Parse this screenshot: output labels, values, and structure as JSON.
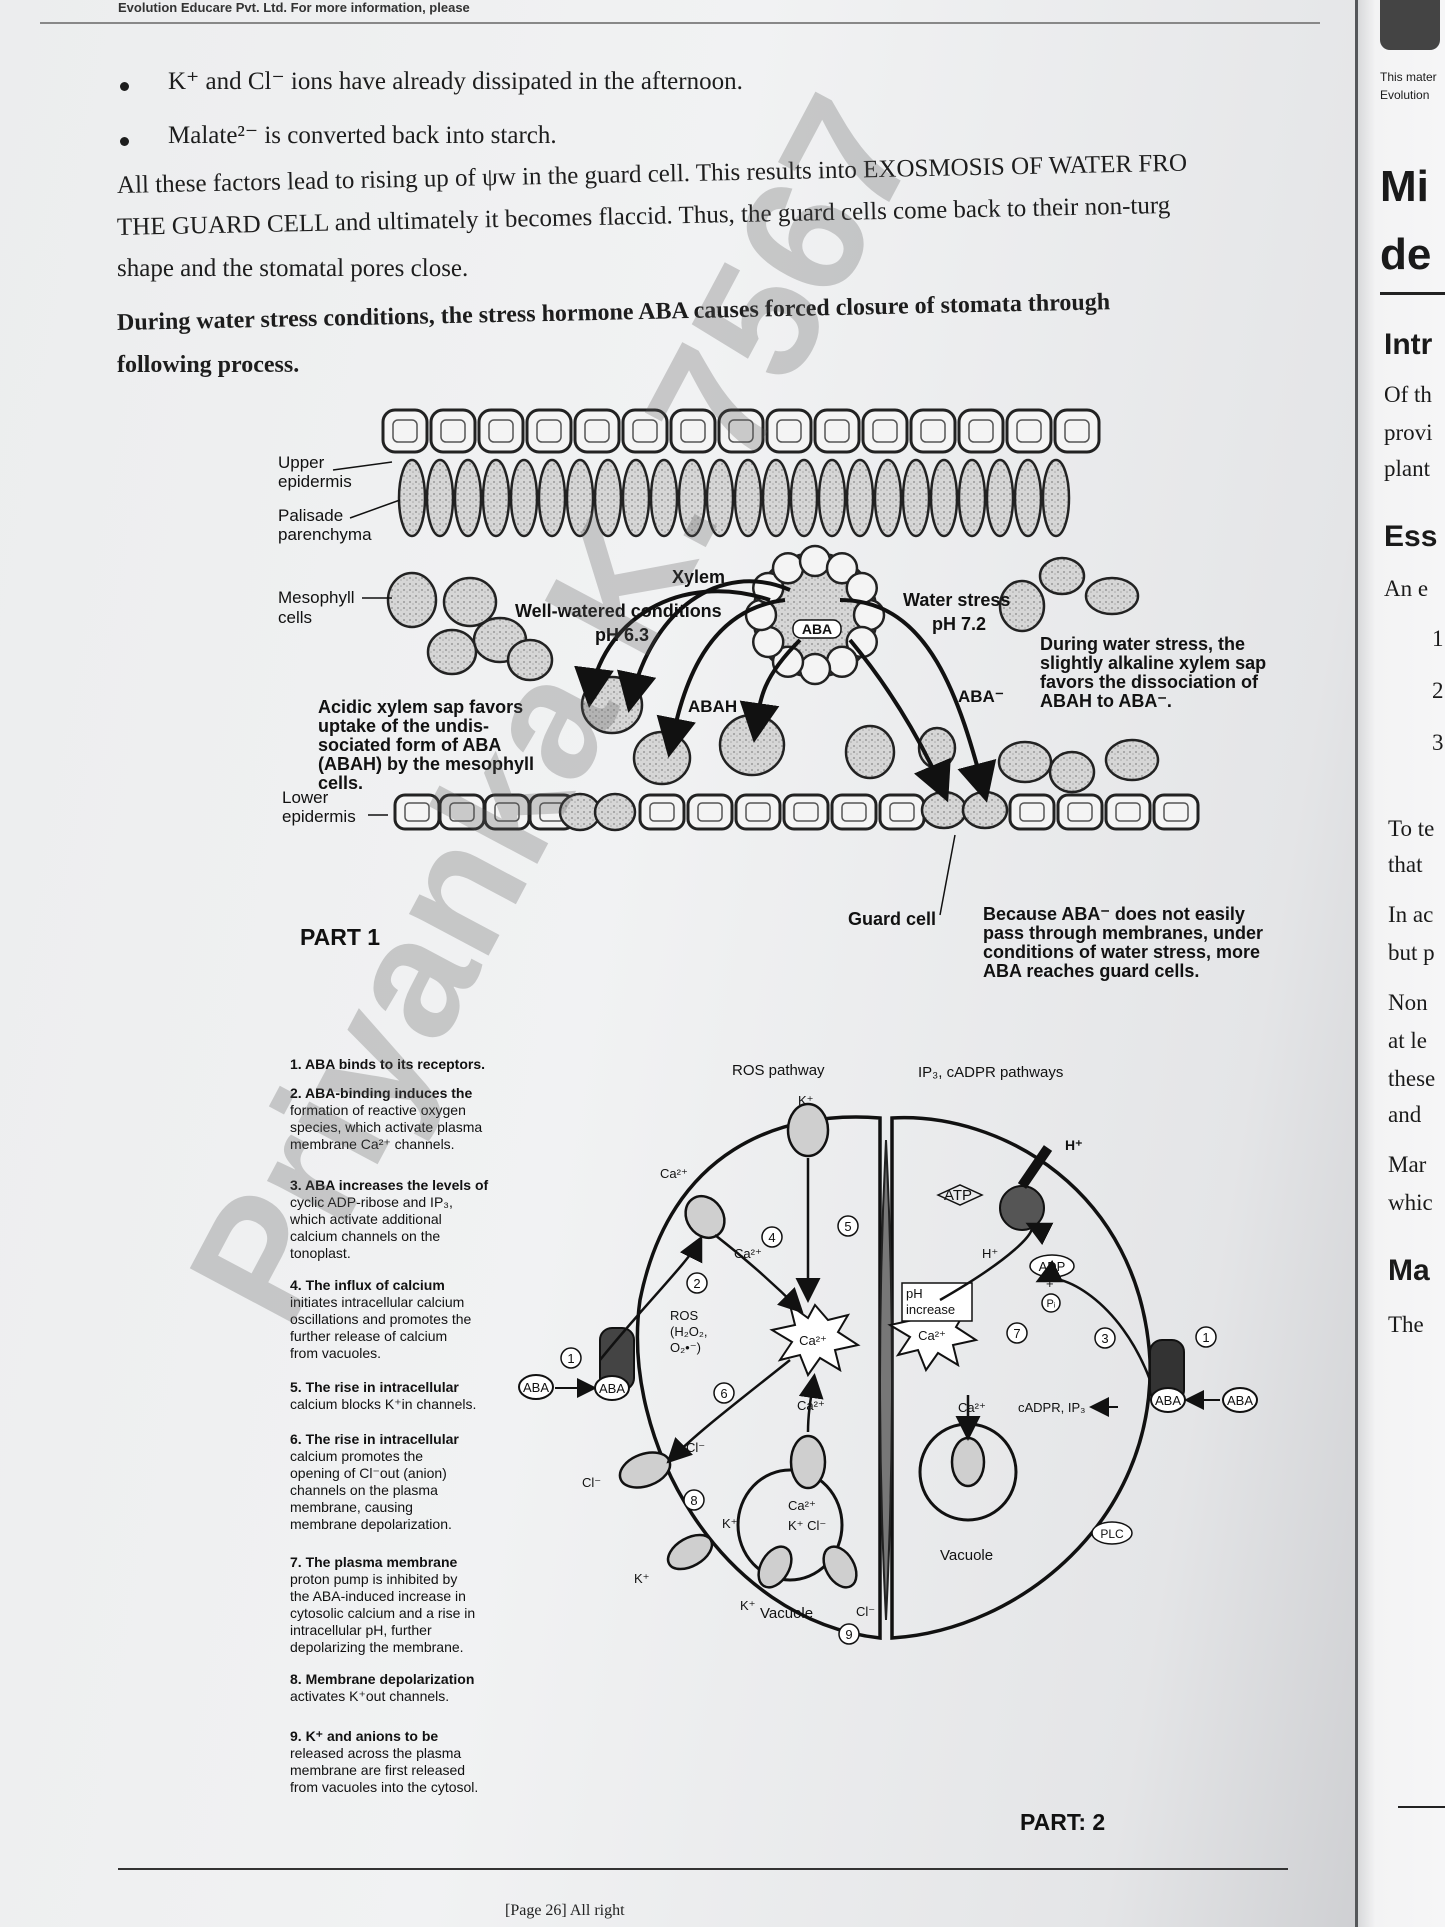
{
  "header": {
    "publisher": "Evolution Educare Pvt. Ltd. For more information, please"
  },
  "bullets": [
    {
      "text": "K⁺ and Cl⁻ ions have already dissipated in the afternoon."
    },
    {
      "text": "Malate²⁻ is converted back into starch."
    }
  ],
  "paragraph1": {
    "line1": "All these factors lead to rising up of ψw in the guard cell. This results into EXOSMOSIS OF WATER FRO",
    "line2": "THE GUARD CELL and ultimately it becomes flaccid. Thus, the guard cells come back to their non-turg",
    "line3": "shape and the stomatal pores close."
  },
  "paragraph2": {
    "line1": "During water stress conditions, the stress hormone ABA causes forced closure of stomata through",
    "line2": "following process."
  },
  "part1": {
    "title": "PART 1",
    "labels": {
      "upper_epidermis": [
        "Upper",
        "epidermis"
      ],
      "palisade": [
        "Palisade",
        "parenchyma"
      ],
      "mesophyll": [
        "Mesophyll",
        "cells"
      ],
      "lower_epidermis": [
        "Lower",
        "epidermis"
      ],
      "xylem": "Xylem",
      "well_watered": "Well-watered conditions",
      "ph63": "pH 6.3",
      "water_stress": "Water stress",
      "ph72": "pH 7.2",
      "aba": "ABA",
      "abah": "ABAH",
      "aba_minus": "ABA⁻",
      "guard_cell": "Guard cell",
      "acidic_note": [
        "Acidic xylem sap favors",
        "uptake of the undis-",
        "sociated form of ABA",
        "(ABAH) by the mesophyll",
        "cells."
      ],
      "alkaline_note": [
        "During water stress, the",
        "slightly alkaline xylem sap",
        "favors the dissociation of",
        "ABAH to ABA⁻."
      ],
      "membrane_note": [
        "Because ABA⁻ does not easily",
        "pass through membranes, under",
        "conditions of water stress, more",
        "ABA reaches guard cells."
      ]
    }
  },
  "part2": {
    "title": "PART: 2",
    "ros_pathway": "ROS pathway",
    "ip3_pathway": "IP₃, cADPR pathways",
    "steps": [
      [
        "1. ABA binds to its receptors."
      ],
      [
        "2. ABA-binding induces the",
        "formation of reactive oxygen",
        "species, which activate plasma",
        "membrane Ca²⁺ channels."
      ],
      [
        "3. ABA increases the levels of",
        "cyclic ADP-ribose and IP₃,",
        "which activate additional",
        "calcium channels on the",
        "tonoplast."
      ],
      [
        "4. The influx of calcium",
        "initiates intracellular calcium",
        "oscillations and promotes the",
        "further release of calcium",
        "from vacuoles."
      ],
      [
        "5. The rise in intracellular",
        "calcium blocks K⁺in channels."
      ],
      [
        "6. The rise in intracellular",
        "calcium promotes the",
        "opening of Cl⁻out (anion)",
        "channels on the plasma",
        "membrane, causing",
        "membrane depolarization."
      ],
      [
        "7. The plasma membrane",
        "proton pump is inhibited by",
        "the ABA-induced increase in",
        "cytosolic calcium and a rise in",
        "intracellular pH, further",
        "depolarizing the membrane."
      ],
      [
        "8. Membrane depolarization",
        "activates K⁺out channels."
      ],
      [
        "9. K⁺ and anions to be",
        "released across the plasma",
        "membrane are first released",
        "from vacuoles into the cytosol."
      ]
    ],
    "diagram": {
      "k_plus": "K⁺",
      "h_plus": "H⁺",
      "ca": "Ca²⁺",
      "cl": "Cl⁻",
      "atp": "ATP",
      "adp": "ADP",
      "pi": "Pᵢ",
      "ros": [
        "ROS",
        "(H₂O₂,",
        "O₂•⁻)"
      ],
      "ph_increase": [
        "pH",
        "increase"
      ],
      "vacuole": "Vacuole",
      "cadpr": "cADPR, IP₃",
      "plc": "PLC",
      "aba": "ABA",
      "kcl": "K⁺ Cl⁻",
      "numbers": [
        "1",
        "2",
        "3",
        "4",
        "5",
        "6",
        "7",
        "8",
        "9"
      ]
    }
  },
  "footer": {
    "page": "[Page 26]  All right"
  },
  "next_page": {
    "top_small": [
      "This mater",
      "Evolution"
    ],
    "title": [
      "Mi",
      "de"
    ],
    "heading1": "Intr",
    "lines1": [
      "Of th",
      "provi",
      "plant"
    ],
    "heading2": "Ess",
    "line_ae": "An e",
    "nums": [
      "1",
      "2",
      "3"
    ],
    "lines2": [
      "To te",
      "that"
    ],
    "lines3": [
      "In ac",
      "but p"
    ],
    "lines4": [
      "Non",
      "at le",
      "these",
      "and"
    ],
    "lines5": [
      "Mar",
      "whic"
    ],
    "heading3": "Ma",
    "line_the": "The"
  },
  "watermark": {
    "text": "Priyanka K. 7567"
  },
  "colors": {
    "ink": "#1d1d1d",
    "page": "#eeeff0",
    "shadow": "#55575a"
  }
}
